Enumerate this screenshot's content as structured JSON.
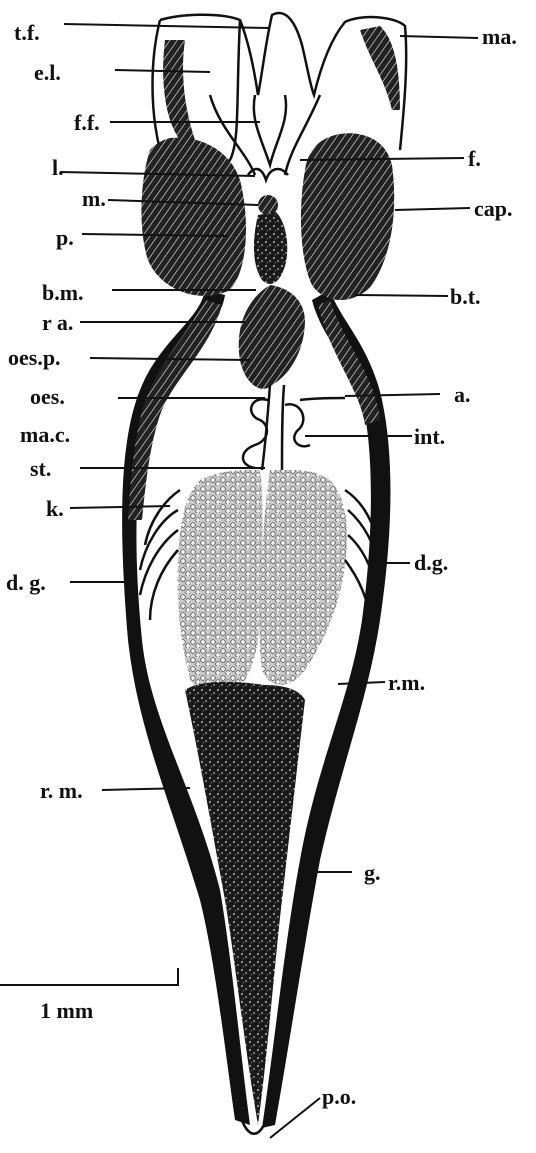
{
  "figure": {
    "labels": {
      "tf": "t.f.",
      "ma": "ma.",
      "el": "e.l.",
      "ff": "f.f.",
      "f": "f.",
      "l": "l.",
      "m": "m.",
      "cap": "cap.",
      "p": "p.",
      "bm": "b.m.",
      "bt": "b.t.",
      "ra": "r a.",
      "oesp": "oes.p.",
      "oes": "oes.",
      "a": "a.",
      "mac": "ma.c.",
      "int": "int.",
      "st": "st.",
      "k": "k.",
      "dg_right": "d.g.",
      "dg_left": "d. g.",
      "rm_right": "r.m.",
      "rm_left": "r. m.",
      "g": "g.",
      "po": "p.o."
    },
    "scale_bar": {
      "label": "1 mm"
    }
  }
}
